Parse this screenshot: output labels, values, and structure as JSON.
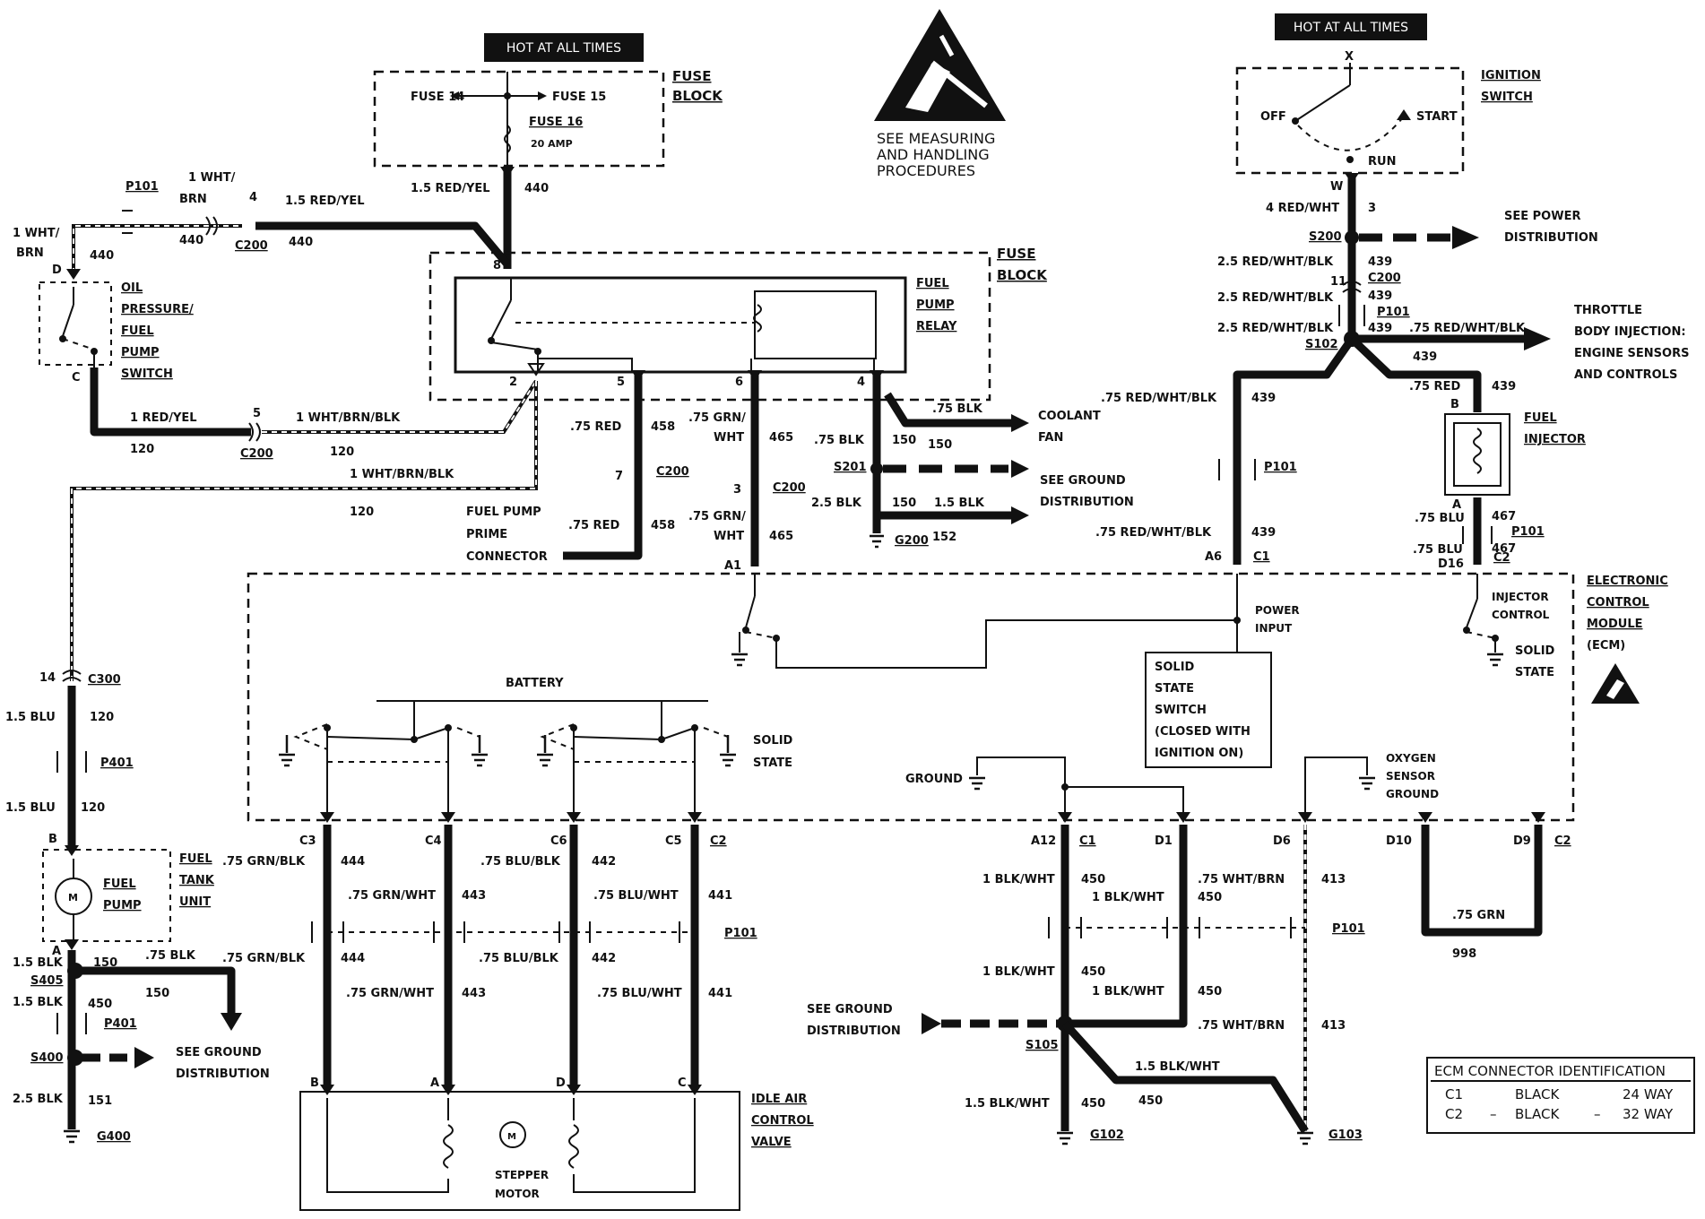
{
  "header": {
    "hot_left": "HOT AT ALL TIMES",
    "hot_right": "HOT AT ALL TIMES",
    "measuring_note": [
      "SEE MEASURING",
      "AND HANDLING",
      "PROCEDURES"
    ]
  },
  "fuse_block": {
    "title": [
      "FUSE",
      "BLOCK"
    ],
    "fuse14": "FUSE 14",
    "fuse15": "FUSE 15",
    "fuse16": "FUSE 16",
    "amp": "20 AMP"
  },
  "relay": {
    "title": [
      "FUEL",
      "PUMP",
      "RELAY"
    ],
    "block": [
      "FUSE",
      "BLOCK"
    ],
    "pins": [
      "8",
      "2",
      "5",
      "6",
      "4"
    ]
  },
  "ignition": {
    "title": [
      "IGNITION",
      "SWITCH"
    ],
    "off": "OFF",
    "start": "START",
    "run": "RUN",
    "x": "X",
    "w": "W"
  },
  "oil_switch": {
    "title": [
      "OIL",
      "PRESSURE/",
      "FUEL",
      "PUMP",
      "SWITCH"
    ],
    "d": "D",
    "c": "C"
  },
  "wires": {
    "w1": "1.5 RED/YEL",
    "w1n": "440",
    "w2": "1.5 RED/YEL",
    "w2n": "440",
    "w3": "1 WHT/",
    "w3b": "BRN",
    "w3n": "440",
    "w4": "1 WHT/",
    "w4b": "BRN",
    "w4n": "440",
    "c200_a": "4",
    "c200_b": "5",
    "w5": "1 RED/YEL",
    "w5n": "120",
    "w6": "1 WHT/BRN/BLK",
    "w6n": "120",
    "w7": "1 WHT/BRN/BLK",
    "w7n": "120",
    "red75a": ".75 RED",
    "n458a": "458",
    "red75b": ".75 RED",
    "n458b": "458",
    "c200_7": "7",
    "grnwht1": [
      ".75 GRN/",
      "WHT"
    ],
    "n465a": "465",
    "grnwht2": [
      ".75 GRN/",
      "WHT"
    ],
    "n465b": "465",
    "c200_3": "3",
    "blk75a": ".75 BLK",
    "blk75b": ".75 BLK",
    "n150a": "150",
    "n150b": "150",
    "n150c": "150",
    "blk25": "2.5 BLK",
    "blk15": "1.5 BLK",
    "n152": "152",
    "prime": [
      "FUEL PUMP",
      "PRIME",
      "CONNECTOR"
    ],
    "coolant": [
      "COOLANT",
      "FAN"
    ],
    "see_ground": [
      "SEE GROUND",
      "DISTRIBUTION"
    ]
  },
  "power": {
    "rw4": "4 RED/WHT",
    "n3": "3",
    "s200": "S200",
    "see_power": [
      "SEE POWER",
      "DISTRIBUTION"
    ],
    "r1": "2.5 RED/WHT/BLK",
    "n439a": "439",
    "n11": "11",
    "c200": "C200",
    "r2": "2.5 RED/WHT/BLK",
    "n439b": "439",
    "p101": "P101",
    "r3": "2.5 RED/WHT/BLK",
    "n439c": "439",
    "r4": ".75 RED/WHT/BLK",
    "s102": "S102",
    "n439d": "439",
    "tbi": [
      "THROTTLE",
      "BODY INJECTION:",
      "ENGINE SENSORS",
      "AND CONTROLS"
    ],
    "r5": ".75 RED/WHT/BLK",
    "n439e": "439",
    "r6": ".75 RED/WHT/BLK",
    "n439f": "439",
    "red75": ".75 RED",
    "n439g": "439",
    "injector": [
      "FUEL",
      "INJECTOR"
    ],
    "blu1": ".75 BLU",
    "n467a": "467",
    "blu2": ".75 BLU",
    "n467b": "467",
    "d16": "D16",
    "c2": "C2",
    "b": "B",
    "a": "A",
    "a6": "A6",
    "c1": "C1",
    "a1": "A1"
  },
  "ecm": {
    "title": [
      "ELECTRONIC",
      "CONTROL",
      "MODULE",
      "(ECM)"
    ],
    "power_input": [
      "POWER",
      "INPUT"
    ],
    "injector_control": [
      "INJECTOR",
      "CONTROL"
    ],
    "solid_state": [
      "SOLID",
      "STATE"
    ],
    "solid_state2": [
      "SOLID",
      "STATE"
    ],
    "battery": "BATTERY",
    "ss_switch": [
      "SOLID",
      "STATE",
      "SWITCH",
      "(CLOSED WITH",
      "IGNITION ON)"
    ],
    "ground": "GROUND",
    "oxygen": [
      "OXYGEN",
      "SENSOR",
      "GROUND"
    ]
  },
  "pump": {
    "c300": "C300",
    "n14": "14",
    "blu15a": "1.5 BLU",
    "n120a": "120",
    "p401": "P401",
    "blu15b": "1.5  BLU",
    "n120b": "120",
    "b": "B",
    "a": "A",
    "title": [
      "FUEL",
      "PUMP"
    ],
    "tank": [
      "FUEL",
      "TANK",
      "UNIT"
    ],
    "blk15a": "1.5 BLK",
    "n150": "150",
    "s405": "S405",
    "blk15b": "1.5 BLK",
    "n450": "450",
    "blk75": ".75  BLK",
    "n150b": "150",
    "p401b": "P401",
    "s400": "S400",
    "see_ground": [
      "SEE GROUND",
      "DISTRIBUTION"
    ],
    "blk25": "2.5 BLK",
    "n151": "151",
    "g400": "G400",
    "g200": "G200",
    "s201": "S201"
  },
  "iac": {
    "c3": "C3",
    "c4": "C4",
    "c6": "C6",
    "c5": "C5",
    "c2": "C2",
    "w444": ".75  GRN/BLK",
    "n444": "444",
    "w443": ".75 GRN/WHT",
    "n443": "443",
    "w442": ".75 BLU/BLK",
    "n442": "442",
    "w441": ".75 BLU/WHT",
    "n441": "441",
    "grnblk2": ".75  GRN/BLK",
    "n444b": "444",
    "grnwht2": ".75 GRN/WHT",
    "n443b": "443",
    "blublk2": ".75 BLU/BLK",
    "n442b": "442",
    "bluwht2": ".75 BLU/WHT",
    "n441b": "441",
    "p101": "P101",
    "b": "B",
    "a": "A",
    "d": "D",
    "c": "C",
    "title": [
      "IDLE AIR",
      "CONTROL",
      "VALVE"
    ],
    "motor": [
      "STEPPER",
      "MOTOR"
    ]
  },
  "grounds": {
    "a12": "A12",
    "c1": "C1",
    "d1": "D1",
    "d6": "D6",
    "d10": "D10",
    "d9": "D9",
    "c2": "C2",
    "bw1": "1  BLK/WHT",
    "n450a": "450",
    "bw2": "1  BLK/WHT",
    "n450b": "450",
    "wb1": ".75 WHT/BRN",
    "n450c": "450",
    "n413a": "413",
    "p101": "P101",
    "bw3": "1  BLK/WHT",
    "n450d": "450",
    "bw4": "1  BLK/WHT",
    "n450e": "450",
    "wb2": ".75 WHT/BRN",
    "n413b": "413",
    "see_ground": [
      "SEE GROUND",
      "DISTRIBUTION"
    ],
    "s105": "S105",
    "bw15": "1.5  BLK/WHT",
    "n450f": "450",
    "bw15b": "1.5  BLK/WHT",
    "n450g": "450",
    "g102": "G102",
    "g103": "G103",
    "grn75": ".75  GRN",
    "n998": "998"
  },
  "legend": {
    "title": "ECM CONNECTOR IDENTIFICATION",
    "rows": [
      {
        "c": "C1",
        "sep": "",
        "color": "BLACK",
        "sep2": "",
        "way": "24 WAY"
      },
      {
        "c": "C2",
        "sep": "–",
        "color": "BLACK",
        "sep2": "–",
        "way": "32 WAY"
      }
    ]
  }
}
